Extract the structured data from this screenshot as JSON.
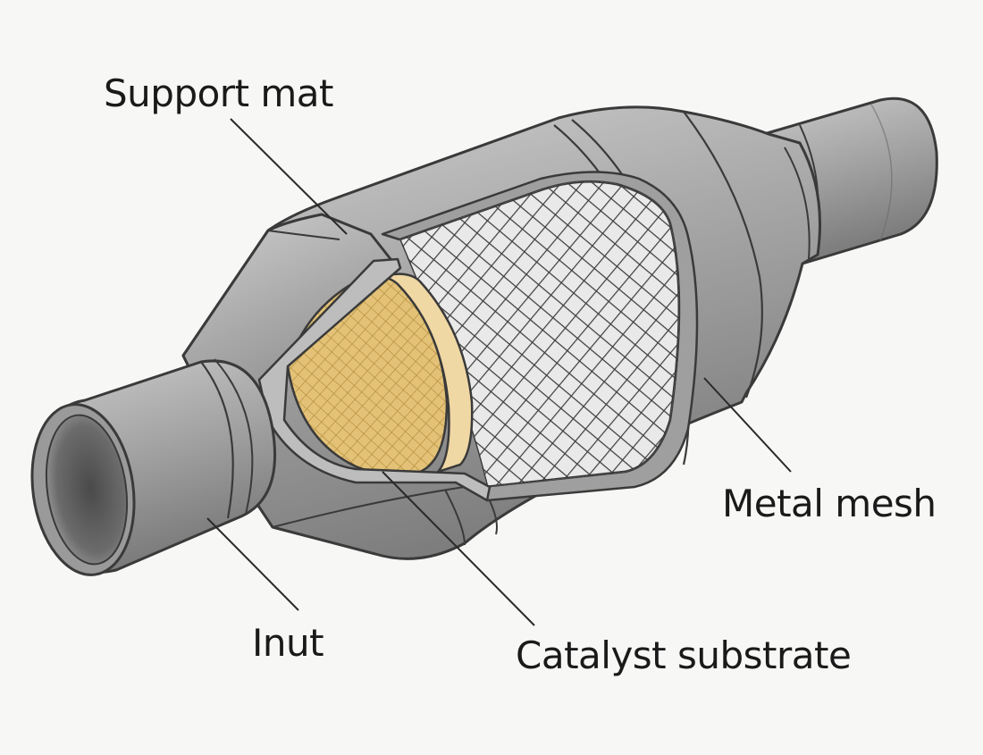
{
  "labels": {
    "support_mat": "Support mat",
    "metal_mesh": "Metal mesh",
    "inlet": "Inut",
    "catalyst_substrate": "Catalyst substrate"
  },
  "colors": {
    "background": "#f7f7f5",
    "shell": "#a9a9a9",
    "outline": "#3a3a3a",
    "substrate": "#d9b867",
    "support_mat": "#f0d8a4",
    "mesh": "#4a4a4a"
  }
}
